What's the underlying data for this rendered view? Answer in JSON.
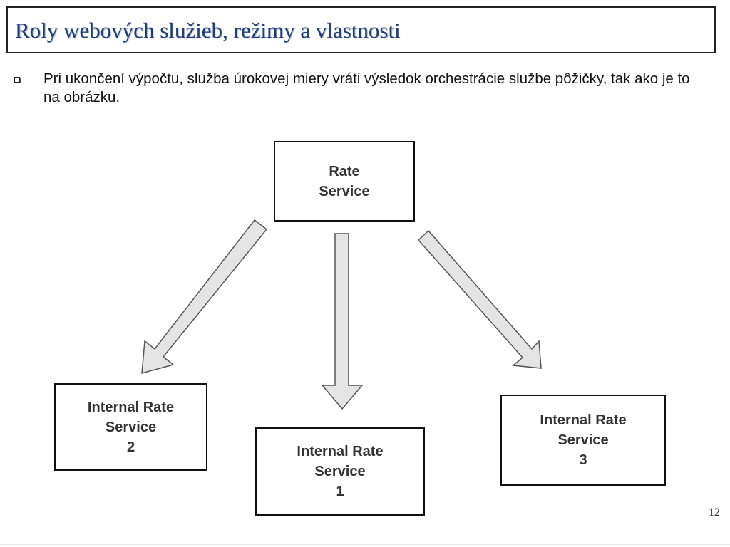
{
  "slide": {
    "title": "Roly webových služieb, režimy a vlastnosti",
    "bullet": "Pri ukončení výpočtu, služba úrokovej miery vráti výsledok orchestrácie službe pôžičky, tak ako je to na obrázku.",
    "page_number": "12"
  },
  "diagram": {
    "root": {
      "label": "Rate\nService"
    },
    "children": [
      {
        "label": "Internal Rate\nService\n2"
      },
      {
        "label": "Internal Rate\nService\n1"
      },
      {
        "label": "Internal Rate\nService\n3"
      }
    ],
    "arrow_fill": "#e4e4e4",
    "arrow_stroke": "#555555"
  }
}
